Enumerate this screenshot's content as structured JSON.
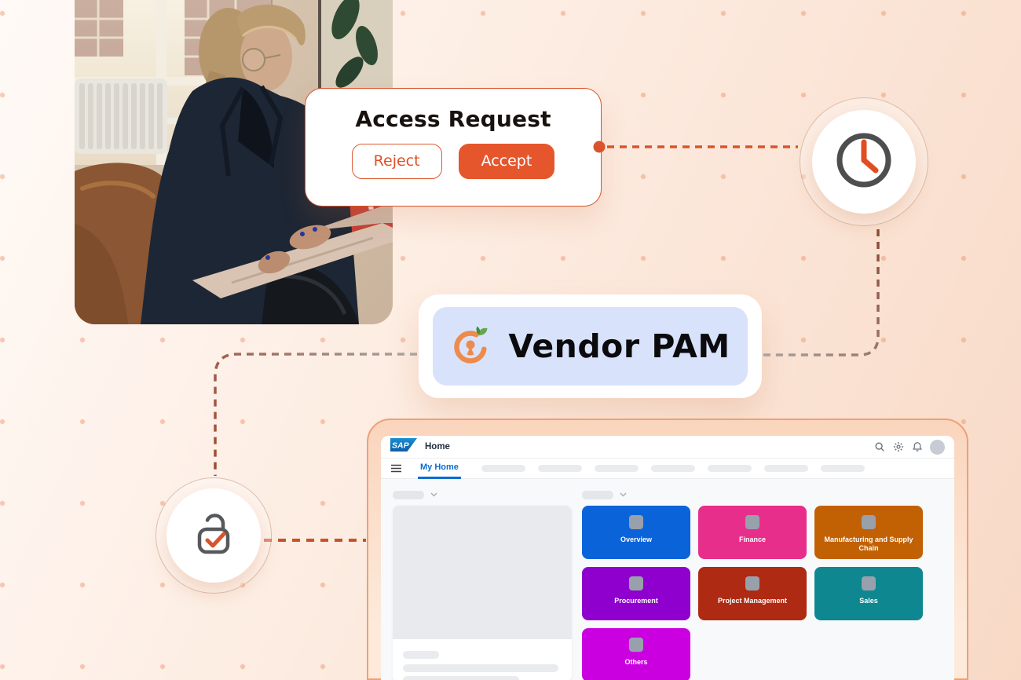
{
  "background": {
    "dot_color": "#e87e4d",
    "accent_orange": "#d9532c"
  },
  "access_request_card": {
    "title": "Access Request",
    "reject_label": "Reject",
    "accept_label": "Accept"
  },
  "vendor_pam_badge": {
    "label": "Vendor PAM",
    "panel_color": "#d9e2fb",
    "logo_color": "#ee8b4a"
  },
  "status_icons": {
    "clock": "clock-icon",
    "unlock": "unlock-check-icon"
  },
  "sap_dashboard": {
    "logo_text": "SAP",
    "page_title": "Home",
    "header_icons": [
      "search-icon",
      "settings-gear-icon",
      "notifications-bell-icon",
      "avatar"
    ],
    "tabs": {
      "active_label": "My Home",
      "placeholder_count": 7,
      "active_color": "#0a6ed1"
    },
    "tiles": [
      {
        "label": "Overview",
        "color": "#0b63d9"
      },
      {
        "label": "Finance",
        "color": "#e82e8b"
      },
      {
        "label": "Manufacturing and Supply Chain",
        "color": "#c26104"
      },
      {
        "label": "Procurement",
        "color": "#8f00cf"
      },
      {
        "label": "Project Management",
        "color": "#ae2a12"
      },
      {
        "label": "Sales",
        "color": "#0f8790"
      },
      {
        "label": "Others",
        "color": "#cb00e0"
      }
    ],
    "tile_icon_color": "#98a0ac"
  }
}
